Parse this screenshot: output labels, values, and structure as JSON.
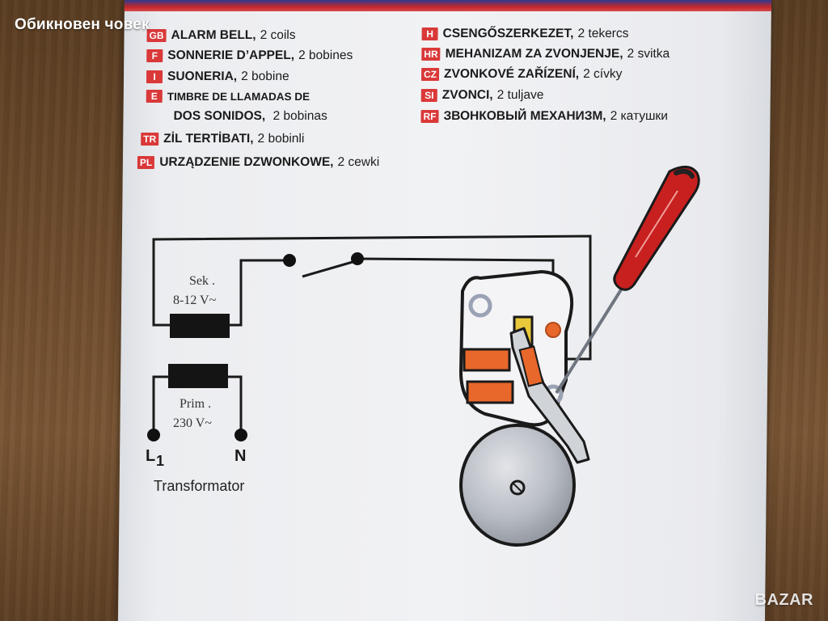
{
  "watermark": {
    "text": "Обикновен човек"
  },
  "logo": {
    "text": "BAZAR"
  },
  "left_entries": [
    {
      "code": "GB",
      "title": "ALARM BELL,",
      "detail": "2 coils"
    },
    {
      "code": "F",
      "title": "SONNERIE D’APPEL,",
      "detail": "2 bobines"
    },
    {
      "code": "I",
      "title": "SUONERIA,",
      "detail": "2 bobine"
    },
    {
      "code": "E",
      "title": "TIMBRE DE LLAMADAS DE",
      "detail": ""
    },
    {
      "code": "",
      "title": "DOS SONIDOS,",
      "detail": "2 bobinas"
    },
    {
      "code": "TR",
      "title": "ZİL TERTİBATI,",
      "detail": "2 bobinli"
    },
    {
      "code": "PL",
      "title": "URZĄDZENIE DZWONKOWE,",
      "detail": "2 cewki"
    }
  ],
  "right_entries": [
    {
      "code": "H",
      "title": "CSENGŐSZERKEZET,",
      "detail": "2 tekercs"
    },
    {
      "code": "HR",
      "title": "MEHANIZAM ZA ZVONJENJE,",
      "detail": "2 svitka"
    },
    {
      "code": "CZ",
      "title": "ZVONKOVÉ ZAŘÍZENÍ,",
      "detail": "2 cívky"
    },
    {
      "code": "SI",
      "title": "ZVONCI,",
      "detail": "2 tuljave"
    },
    {
      "code": "RF",
      "title": "ЗВОНКОВЫЙ МЕХАНИЗМ,",
      "detail": "2 катушки"
    }
  ],
  "diagram": {
    "secondary_label_1": "Sek .",
    "secondary_label_2": "8-12 V~",
    "primary_label_1": "Prim .",
    "primary_label_2": "230 V~",
    "terminal_l": "L",
    "terminal_l_sub": "1",
    "terminal_n": "N",
    "transformer_caption": "Transformator"
  },
  "colors": {
    "code_badge": "#d92a2a",
    "coil_fill": "#e8672b",
    "screwdriver": "#c8201f",
    "bell_gray": "#b8bcc4"
  }
}
